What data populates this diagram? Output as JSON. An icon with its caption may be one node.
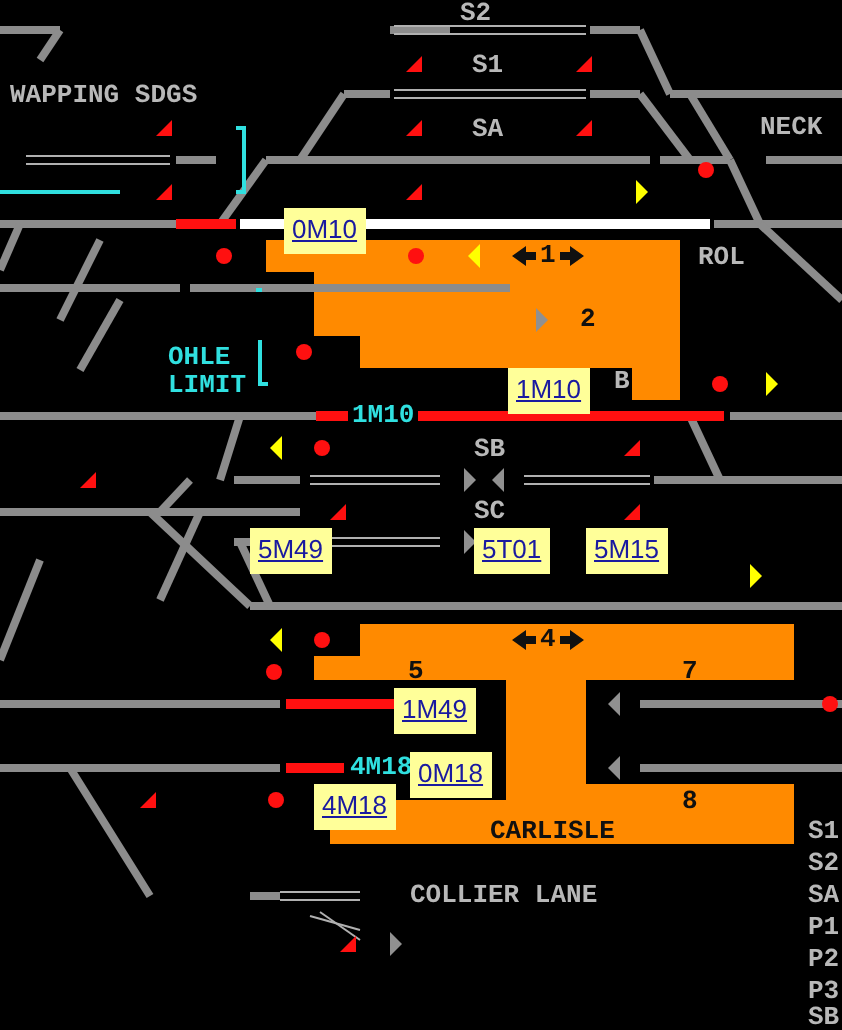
{
  "diagram": {
    "labels": [
      "S2",
      "S1",
      "WAPPING SDGS",
      "SA",
      "NECK",
      "0M10",
      "1",
      "ROL",
      "2",
      "OHLE LIMIT",
      "1M10",
      "B",
      "1M10",
      "SB",
      "SC",
      "5M49",
      "5T01",
      "5M15",
      "4",
      "5",
      "7",
      "1M49",
      "4M18",
      "0M18",
      "4M18",
      "8",
      "CARLISLE",
      "COLLIER LANE",
      "S1",
      "S2",
      "SA",
      "P1",
      "P2",
      "P3",
      "SB"
    ]
  }
}
